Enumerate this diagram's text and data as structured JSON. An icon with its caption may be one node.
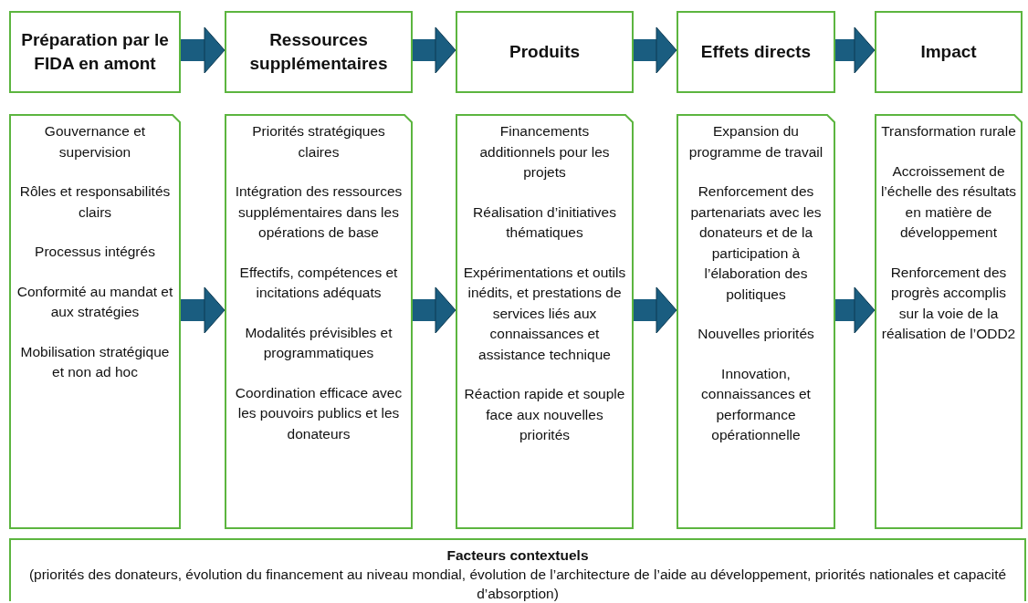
{
  "diagram": {
    "nodes": [
      {
        "text": [
          "Préparation par le FIDA en amont"
        ]
      },
      {
        "text": [
          "Ressources supplémentaires"
        ]
      },
      {
        "text": [
          "Produits"
        ]
      },
      {
        "text": [
          "Effets directs"
        ]
      },
      {
        "text": [
          "Impact"
        ]
      },
      {
        "text": [
          "Gouvernance et supervision",
          "Rôles et responsabilités clairs",
          "Processus intégrés",
          "Conformité au mandat et aux stratégies",
          "Mobilisation stratégique et non ad hoc"
        ]
      },
      {
        "text": [
          "Priorités stratégiques claires",
          "Intégration des ressources supplémentaires dans les opérations de base",
          "Effectifs, compétences et incitations adéquats",
          "Modalités prévisibles et programmatiques",
          "Coordination efficace avec les pouvoirs publics et les donateurs"
        ]
      },
      {
        "text": [
          "Financements additionnels pour les projets",
          "Réalisation d’initiatives thématiques",
          "Expérimentations et outils inédits, et prestations de services liés aux connaissances et assistance technique",
          "Réaction rapide et souple face aux nouvelles priorités"
        ]
      },
      {
        "text": [
          "Expansion du programme de travail",
          "Renforcement des partenariats avec les donateurs et de la participation à l’élaboration des politiques",
          "Nouvelles priorités",
          "Innovation, connaissances et performance opérationnelle"
        ]
      },
      {
        "text": [
          "Transformation rurale",
          "Accroissement de l’échelle des résultats en matière de développement",
          "Renforcement des progrès accomplis sur la voie de la réalisation de l’ODD2"
        ]
      },
      {
        "text": [
          "Facteurs contextuels",
          "(priorités des donateurs, évolution du financement au niveau mondial, évolution de l’architecture de l’aide au développement, priorités nationales et capacité d’absorption)"
        ]
      }
    ],
    "edges": [
      {
        "from": 0,
        "to": 1,
        "arrow": "to"
      },
      {
        "from": 1,
        "to": 2,
        "arrow": "to"
      },
      {
        "from": 2,
        "to": 3,
        "arrow": "to"
      },
      {
        "from": 3,
        "to": 4,
        "arrow": "to"
      },
      {
        "from": 5,
        "to": 6,
        "arrow": "to"
      },
      {
        "from": 6,
        "to": 7,
        "arrow": "to"
      },
      {
        "from": 7,
        "to": 8,
        "arrow": "to"
      },
      {
        "from": 8,
        "to": 9,
        "arrow": "to"
      }
    ]
  }
}
